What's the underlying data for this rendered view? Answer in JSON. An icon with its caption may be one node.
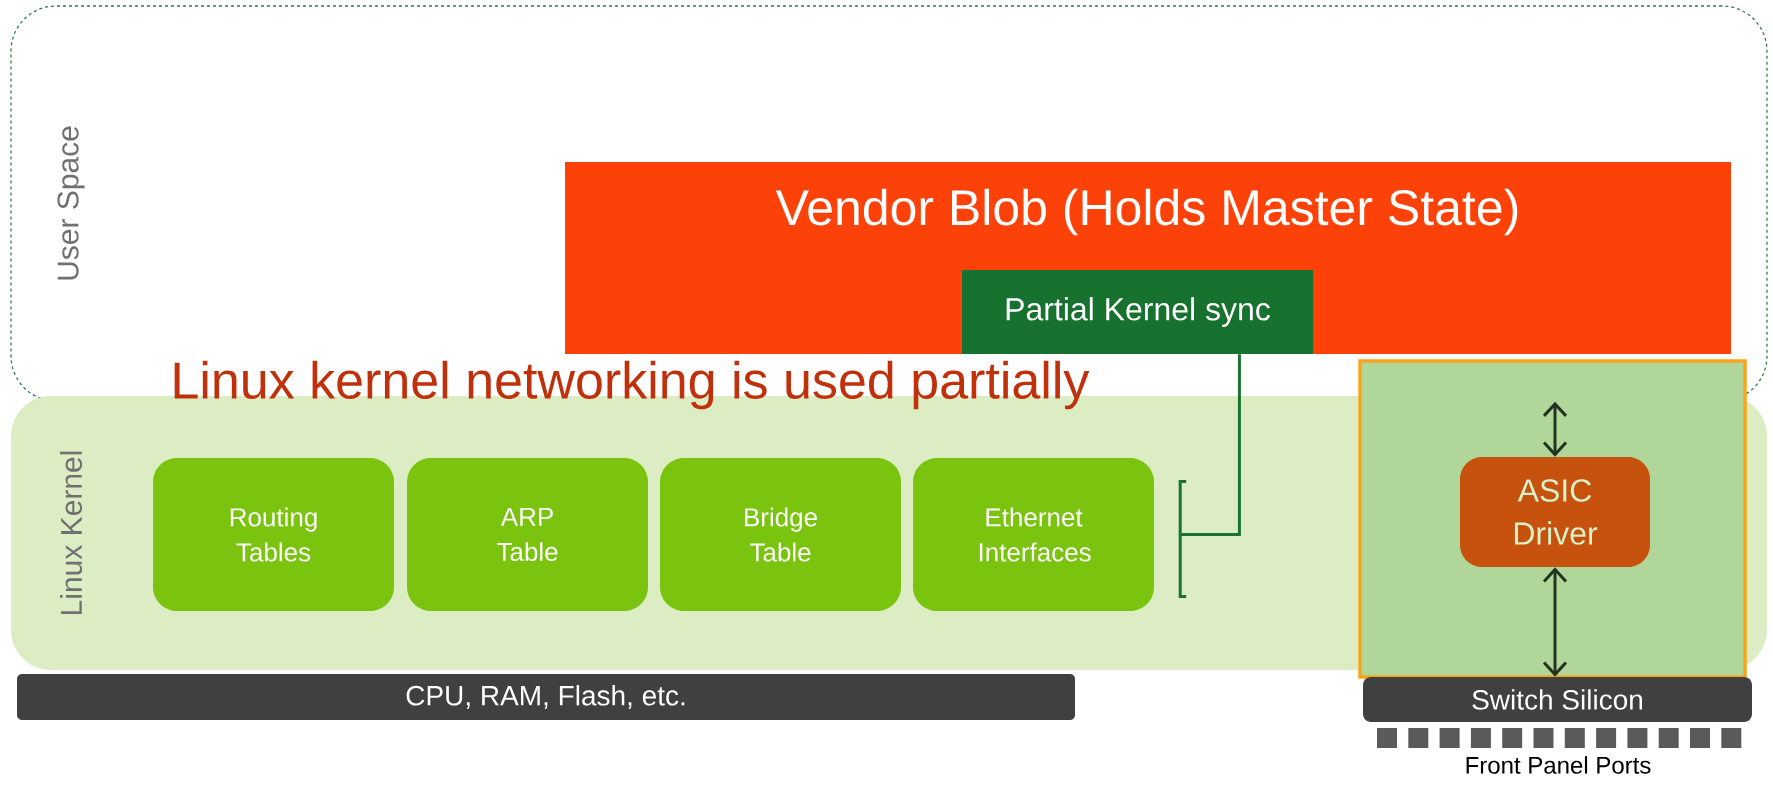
{
  "diagram": {
    "nodes": [
      {
        "text": [
          "User Space"
        ]
      },
      {
        "text": [
          "Linux Kernel"
        ]
      },
      {
        "text": [
          "Vendor Blob (Holds Master State)"
        ],
        "in": 0
      },
      {
        "text": [
          "Partial Kernel sync"
        ],
        "in": 2
      },
      {
        "text": [
          "Routing Tables"
        ],
        "in": 1
      },
      {
        "text": [
          "ARP Table"
        ],
        "in": 1
      },
      {
        "text": [
          "Bridge Table"
        ],
        "in": 1
      },
      {
        "text": [
          "Ethernet Interfaces"
        ],
        "in": 1
      },
      {
        "text": [],
        "shape": "box"
      },
      {
        "text": [
          "ASIC Driver"
        ],
        "in": 8
      },
      {
        "text": [
          "Switch Silicon"
        ]
      },
      {
        "text": [
          "CPU, RAM, Flash, etc."
        ]
      }
    ],
    "edges": [
      {
        "from": 3,
        "to": 7,
        "arrow": "none",
        "color": "#1a7333"
      },
      {
        "from": 0,
        "to": 9,
        "arrow": "both"
      },
      {
        "from": 9,
        "to": 10,
        "arrow": "both"
      }
    ],
    "labels": [
      "Linux kernel networking is used partially",
      "Front Panel Ports"
    ]
  }
}
